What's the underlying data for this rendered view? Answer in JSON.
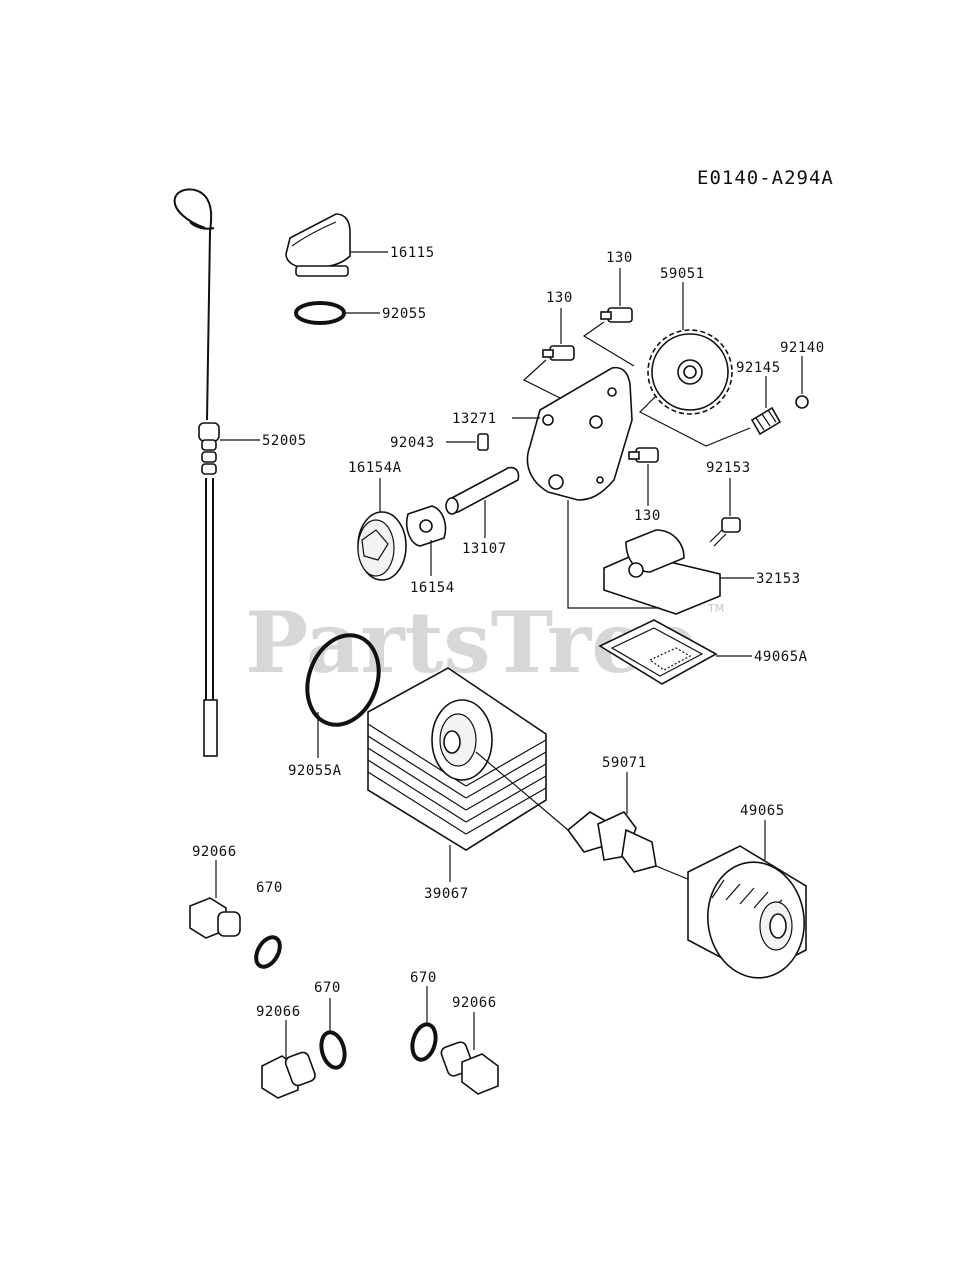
{
  "diagram_code": "E0140-A294A",
  "watermark": {
    "text": "PartsTree",
    "tm": "TM"
  },
  "part_labels": {
    "p16115": "16115",
    "p92055": "92055",
    "p52005": "52005",
    "p130_a": "130",
    "p130_b": "130",
    "p130_c": "130",
    "p59051": "59051",
    "p92140": "92140",
    "p92145": "92145",
    "p13271": "13271",
    "p92043": "92043",
    "p16154A": "16154A",
    "p13107": "13107",
    "p16154": "16154",
    "p92153": "92153",
    "p32153": "32153",
    "p49065A": "49065A",
    "p92055A": "92055A",
    "p59071": "59071",
    "p49065": "49065",
    "p39067": "39067",
    "p92066_a": "92066",
    "p670_a": "670",
    "p670_b": "670",
    "p670_c": "670",
    "p92066_b": "92066",
    "p92066_c": "92066"
  }
}
